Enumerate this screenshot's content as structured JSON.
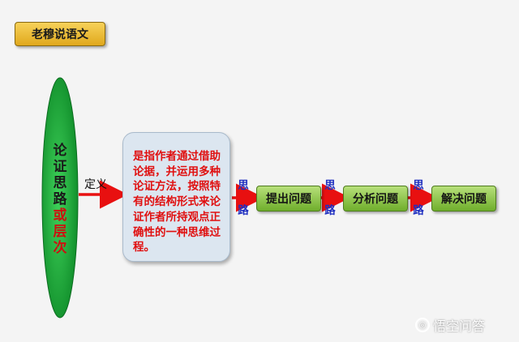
{
  "title": "老穆说语文",
  "ellipse": {
    "line1": [
      "论",
      "证",
      "思",
      "路"
    ],
    "line2": [
      "或",
      "层",
      "次"
    ]
  },
  "definition_label": "定义",
  "definition_text": "是指作者通过借助论据，并运用多种论证方法，按照特有的结构形式来论证作者所持观点正确性的一种思维过程。",
  "path_label": [
    "思",
    "路"
  ],
  "steps": [
    "提出问题",
    "分析问题",
    "解决问题"
  ],
  "watermark": "悟空问答",
  "colors": {
    "ellipse_green": "#18b23a",
    "arrow_red": "#e81010",
    "box_green": "#8fc84a",
    "title_gold": "#e8b52a"
  }
}
